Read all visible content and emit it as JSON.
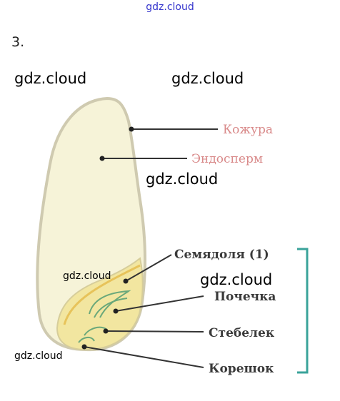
{
  "site_header": "gdz.cloud",
  "question_number": "3.",
  "watermark": "gdz.cloud",
  "labels": {
    "husk": "Кожура",
    "endosperm": "Эндосперм",
    "cotyledon": "Семядоля (1)",
    "bud": "Почечка",
    "stem": "Стебелек",
    "root": "Корешок"
  },
  "colors": {
    "seed_fill": "#f6f3d8",
    "embryo_fill": "#f2e6a0",
    "red_label": "#d98a8a",
    "bracket": "#3aa39a"
  }
}
